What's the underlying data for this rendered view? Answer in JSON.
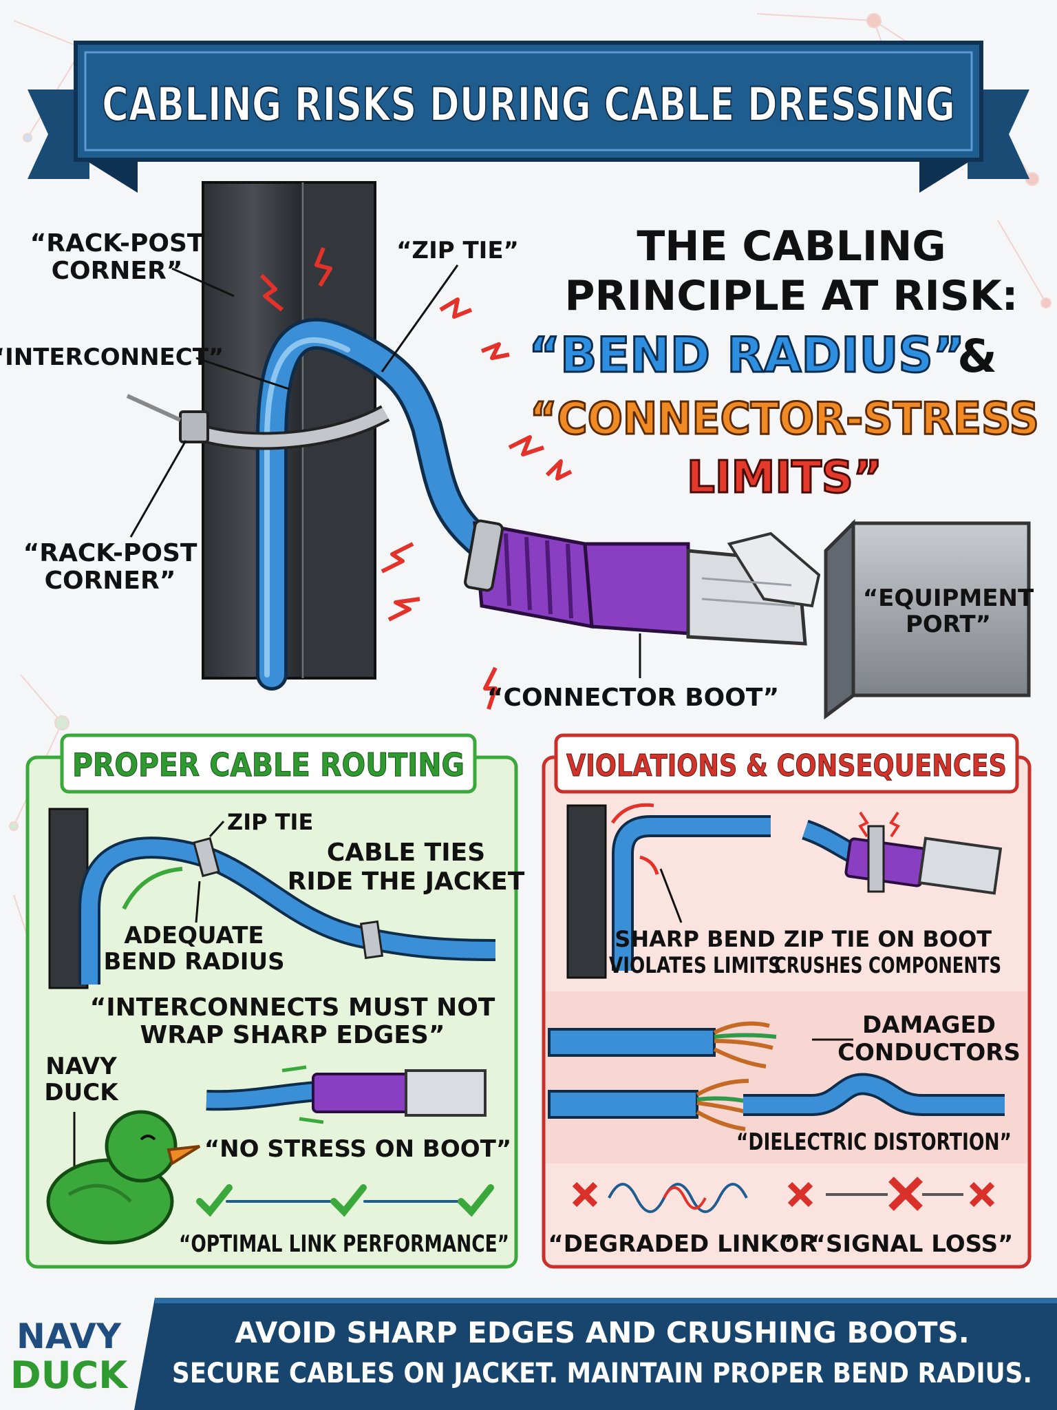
{
  "banner": {
    "title": "CABLING RISKS DURING CABLE DRESSING"
  },
  "principle": {
    "line1": "THE CABLING",
    "line2": "PRINCIPLE AT RISK:",
    "line3": "“BEND RADIUS”",
    "amp": "&",
    "line4": "“CONNECTOR-STRESS",
    "line5": "LIMITS”"
  },
  "diagram_labels": {
    "rack_post_top_1": "“RACK-POST",
    "rack_post_top_2": "CORNER”",
    "interconnect": "“INTERCONNECT”",
    "zip_tie": "“ZIP TIE”",
    "rack_post_bottom_1": "“RACK-POST",
    "rack_post_bottom_2": "CORNER”",
    "equipment_port_1": "“EQUIPMENT",
    "equipment_port_2": "PORT”",
    "connector_boot": "“CONNECTOR BOOT”"
  },
  "proper_panel": {
    "header": "PROPER CABLE ROUTING",
    "zip_tie": "ZIP TIE",
    "cable_ties_1": "CABLE TIES",
    "cable_ties_2": "RIDE THE JACKET",
    "adequate_1": "ADEQUATE",
    "adequate_2": "BEND RADIUS",
    "interconnects_1": "“INTERCONNECTS MUST NOT",
    "interconnects_2": "WRAP SHARP EDGES”",
    "navy_duck_1": "NAVY",
    "navy_duck_2": "DUCK",
    "no_stress": "“NO STRESS ON BOOT”",
    "optimal": "“OPTIMAL LINK PERFORMANCE”"
  },
  "violations_panel": {
    "header": "VIOLATIONS & CONSEQUENCES",
    "sharp_1": "SHARP BEND",
    "sharp_2": "VIOLATES LIMITS",
    "zip_boot_1": "ZIP TIE ON BOOT",
    "zip_boot_2": "CRUSHES COMPONENTS",
    "damaged_1": "DAMAGED",
    "damaged_2": "CONDUCTORS",
    "dielectric": "“DIELECTRIC DISTORTION”",
    "degraded": "“DEGRADED LINK”",
    "or": "OR",
    "signal_loss": "“SIGNAL LOSS”"
  },
  "footer": {
    "logo_1": "NAVY",
    "logo_2": "DUCK",
    "line1": "AVOID SHARP EDGES AND CRUSHING BOOTS.",
    "line2": "SECURE CABLES ON JACKET. MAINTAIN PROPER BEND RADIUS."
  },
  "colors": {
    "banner_blue": "#1f5d8f",
    "cable_blue": "#3a8fd6",
    "boot_purple": "#8a3fc2",
    "accent_orange": "#f08a24",
    "alert_red": "#d93a2b",
    "ok_green": "#3aa83a",
    "footer_navy": "#17456e"
  }
}
